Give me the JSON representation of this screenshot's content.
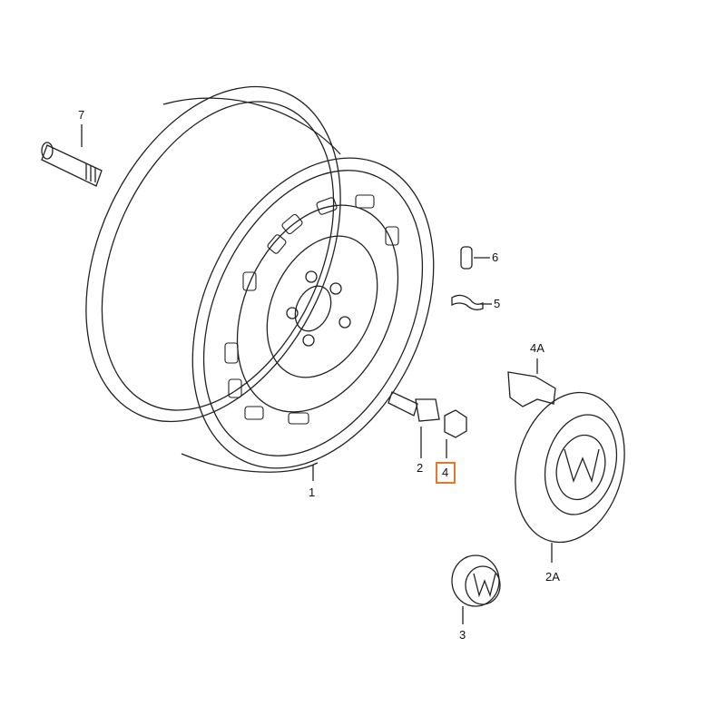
{
  "diagram": {
    "highlight_color": "#e8752a",
    "labels": {
      "valve": "7",
      "wheel": "1",
      "bolt": "2",
      "nut": "4",
      "cap_small": "3",
      "hubcap": "2A",
      "clip": "4A",
      "valve_cap": "6",
      "clamp": "5"
    },
    "highlighted": "4"
  }
}
